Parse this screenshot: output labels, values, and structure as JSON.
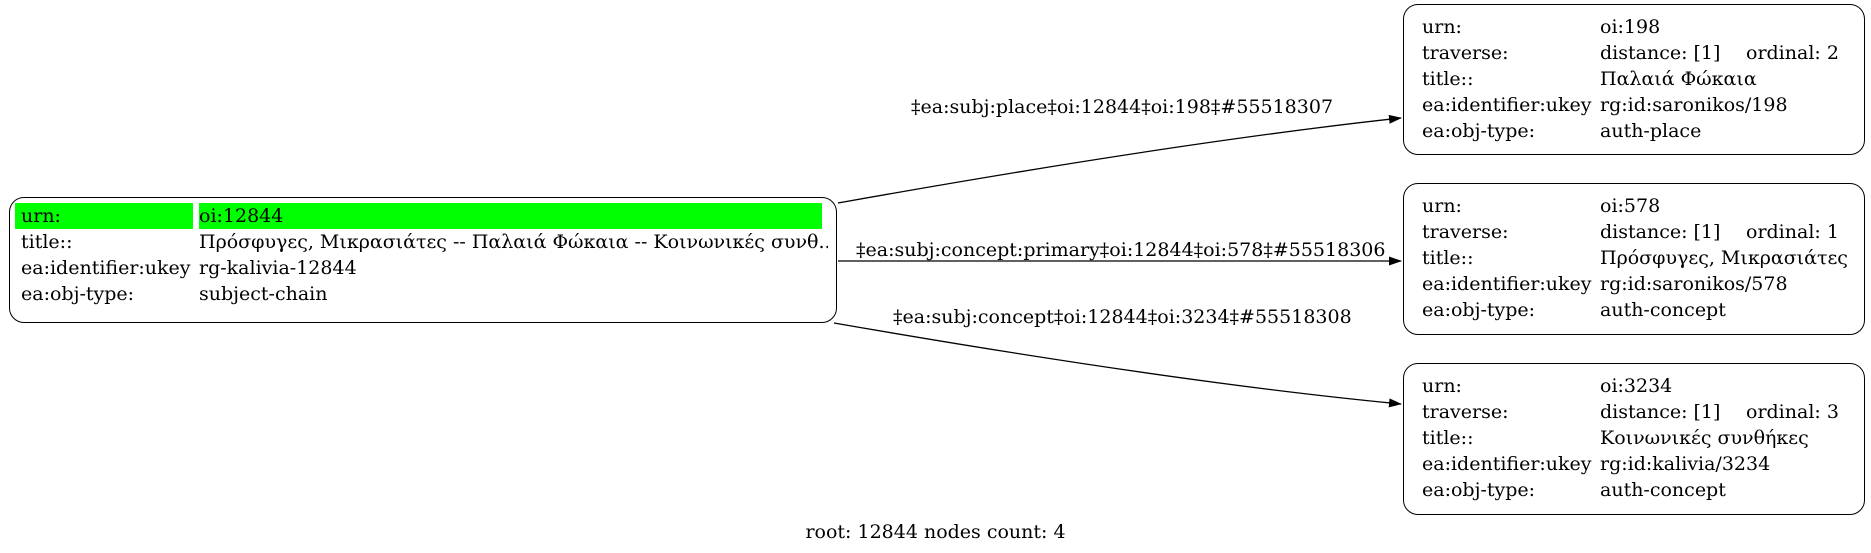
{
  "colors": {
    "highlight": "#00ff00",
    "edge": "#000000",
    "background": "#ffffff"
  },
  "caption": "root: 12844 nodes count: 4",
  "root_node": {
    "rows": [
      {
        "label": "urn:",
        "value": "oi:12844"
      },
      {
        "label": "title::",
        "value": "Πρόσφυγες, Μικρασιάτες -- Παλαιά Φώκαια -- Κοινωνικές συνθ..."
      },
      {
        "label": "ea:identifier:ukey",
        "value": "rg-kalivia-12844"
      },
      {
        "label": "ea:obj-type:",
        "value": "subject-chain"
      }
    ]
  },
  "edges": [
    {
      "label": "‡ea:subj:place‡oi:12844‡oi:198‡#55518307"
    },
    {
      "label": "‡ea:subj:concept:primary‡oi:12844‡oi:578‡#55518306"
    },
    {
      "label": "‡ea:subj:concept‡oi:12844‡oi:3234‡#55518308"
    }
  ],
  "nodes": [
    {
      "rows": [
        {
          "label": "urn:",
          "value": "oi:198"
        },
        {
          "label": "traverse:",
          "value": "distance: [1]",
          "value2": "ordinal: 2"
        },
        {
          "label": "title::",
          "value": "Παλαιά Φώκαια"
        },
        {
          "label": "ea:identifier:ukey",
          "value": "rg:id:saronikos/198"
        },
        {
          "label": "ea:obj-type:",
          "value": "auth-place"
        }
      ]
    },
    {
      "rows": [
        {
          "label": "urn:",
          "value": "oi:578"
        },
        {
          "label": "traverse:",
          "value": "distance: [1]",
          "value2": "ordinal: 1"
        },
        {
          "label": "title::",
          "value": "Πρόσφυγες, Μικρασιάτες"
        },
        {
          "label": "ea:identifier:ukey",
          "value": "rg:id:saronikos/578"
        },
        {
          "label": "ea:obj-type:",
          "value": "auth-concept"
        }
      ]
    },
    {
      "rows": [
        {
          "label": "urn:",
          "value": "oi:3234"
        },
        {
          "label": "traverse:",
          "value": "distance: [1]",
          "value2": "ordinal: 3"
        },
        {
          "label": "title::",
          "value": "Κοινωνικές συνθήκες"
        },
        {
          "label": "ea:identifier:ukey",
          "value": "rg:id:kalivia/3234"
        },
        {
          "label": "ea:obj-type:",
          "value": "auth-concept"
        }
      ]
    }
  ]
}
